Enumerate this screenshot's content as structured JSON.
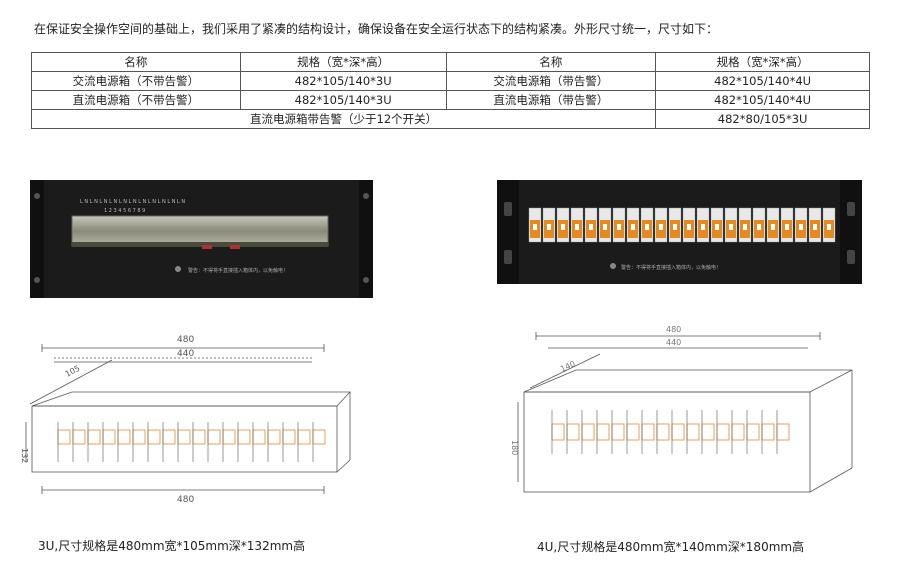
{
  "intro": "在保证安全操作空间的基础上，我们采用了紧凑的结构设计，确保设备在安全运行状态下的结构紧凑。外形尺寸统一，尺寸如下：",
  "table": {
    "headers": [
      "名称",
      "规格（宽*深*高）",
      "名称",
      "规格（宽*深*高）"
    ],
    "rows": [
      [
        "交流电源箱（不带告警）",
        "482*105/140*3U",
        "交流电源箱（带告警）",
        "482*105/140*4U"
      ],
      [
        "直流电源箱（不带告警）",
        "482*105/140*3U",
        "直流电源箱（带告警）",
        "482*105/140*4U"
      ]
    ],
    "last_row": {
      "name": "直流电源箱带告警（少于12个开关）",
      "spec": "482*80/105*3U"
    }
  },
  "photo3u": {
    "warning": "警告：不得将手直接插入箱体内，以免触电！"
  },
  "photo4u": {
    "warning": "警告：不得将手直接插入箱体内，以免触电！"
  },
  "drawing3u": {
    "dim_width_top": "480",
    "dim_inner": "440",
    "dim_depth": "105",
    "dim_height": "132",
    "dim_width_bottom": "480"
  },
  "drawing4u": {
    "dim_width_top": "480",
    "dim_inner": "440",
    "dim_depth": "140",
    "dim_height": "180"
  },
  "captions": {
    "left": "3U,尺寸规格是480mm宽*105mm深*132mm高",
    "right": "4U,尺寸规格是480mm宽*140mm深*180mm高"
  }
}
